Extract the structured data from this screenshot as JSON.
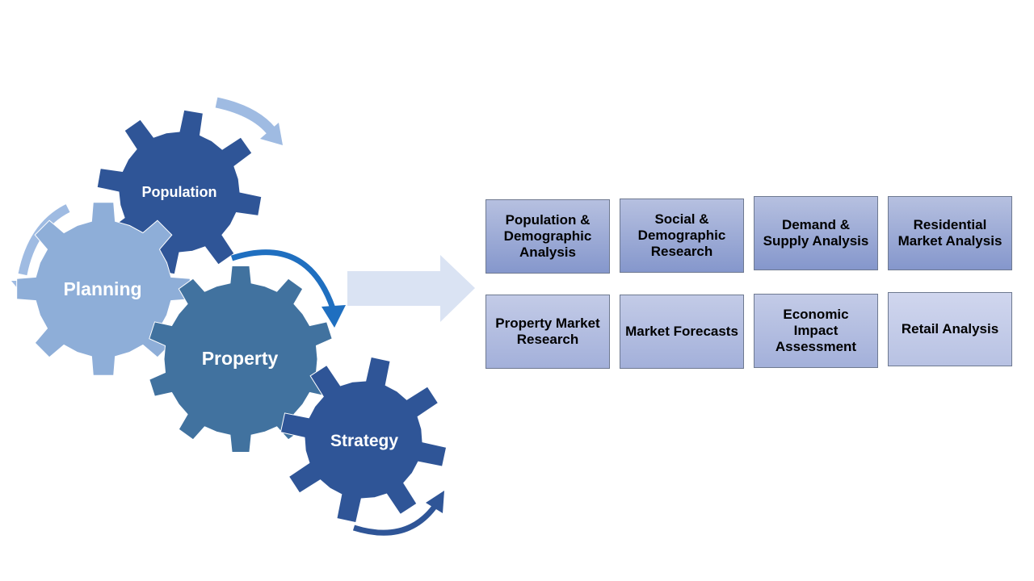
{
  "gears": {
    "population": {
      "label": "Population"
    },
    "planning": {
      "label": "Planning"
    },
    "property": {
      "label": "Property"
    },
    "strategy": {
      "label": "Strategy"
    }
  },
  "services": [
    {
      "label": "Population & Demographic Analysis"
    },
    {
      "label": "Social & Demographic Research"
    },
    {
      "label": "Demand & Supply Analysis"
    },
    {
      "label": "Residential Market Analysis"
    },
    {
      "label": "Property Market Research"
    },
    {
      "label": "Market Forecasts"
    },
    {
      "label": "Economic Impact Assessment"
    },
    {
      "label": "Retail Analysis"
    }
  ],
  "colors": {
    "gear_population": "#2f5597",
    "gear_planning": "#8eaed8",
    "gear_property": "#41729f",
    "gear_strategy": "#2f5597",
    "arrow_light": "#9fbbe2",
    "arrow_bright": "#1f6fc0",
    "arrow_dark": "#2f5597",
    "big_arrow": "#dae3f3"
  }
}
